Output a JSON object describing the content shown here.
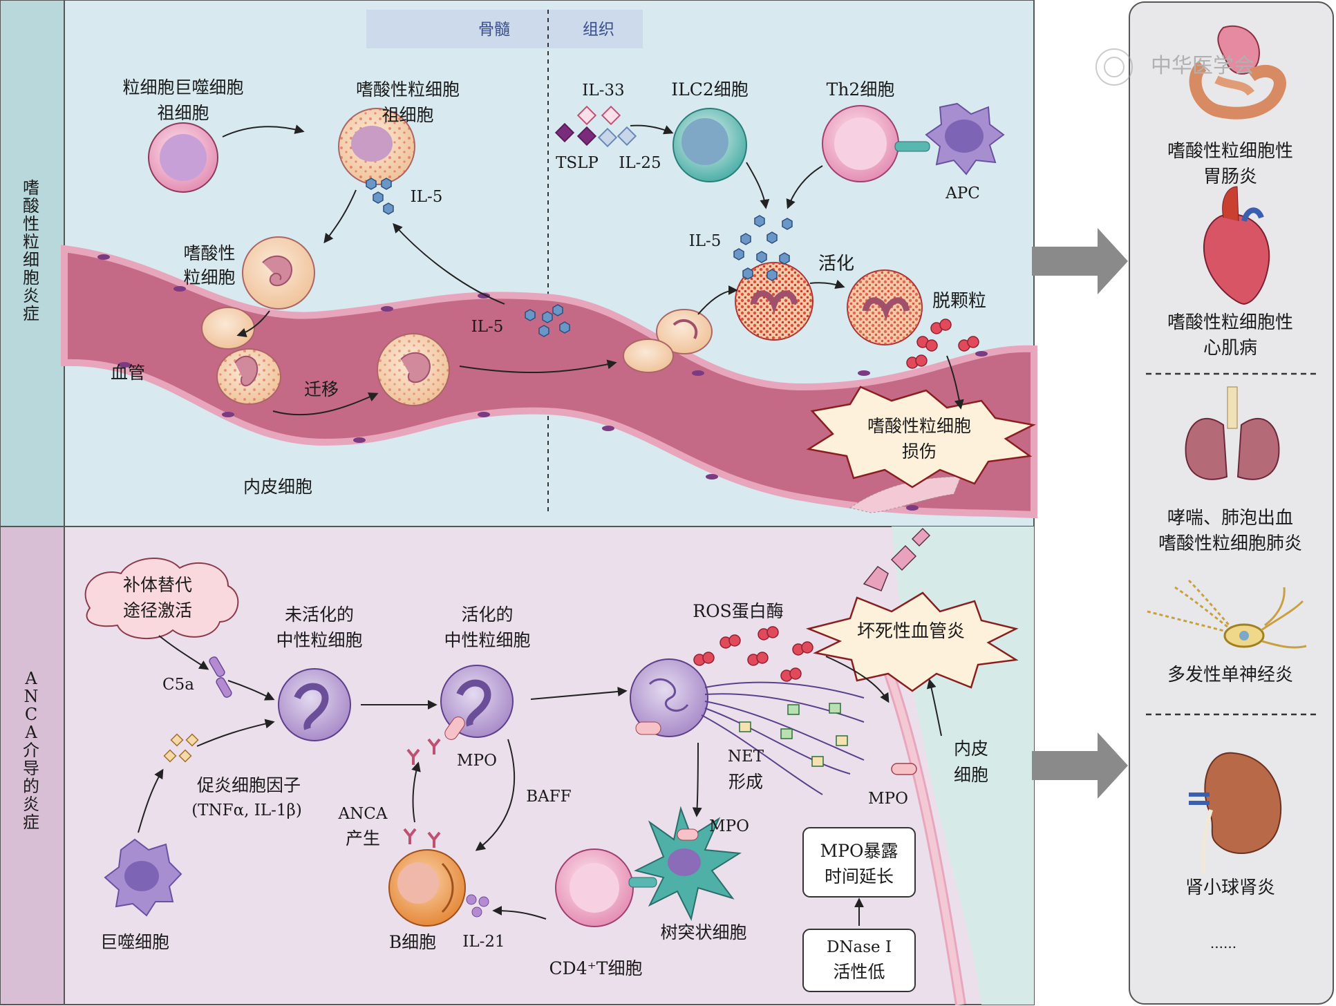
{
  "colors": {
    "top_panel_bg": "#d8eaf0",
    "bottom_panel_bg": "#ecdfec",
    "top_sidebar": "#b8d8dc",
    "bottom_sidebar": "#d9bfd6",
    "vessel": "#c46a86",
    "right_panel_bg": "#e8e8ea",
    "eosinophil_granule": "#d9503a",
    "neutrophil": "#b39ad0",
    "arrow_gray": "#8a8a8a"
  },
  "top": {
    "sidebar_label": "嗜酸性粒细胞炎症",
    "header_left": "骨髓",
    "header_right": "组织",
    "labels": {
      "gmp": [
        "粒细胞巨噬细胞",
        "祖细胞"
      ],
      "eop": [
        "嗜酸性粒细胞",
        "祖细胞"
      ],
      "il5_a": "IL-5",
      "eos": [
        "嗜酸性",
        "粒细胞"
      ],
      "vessel": "血管",
      "migration": "迁移",
      "il5_b": "IL-5",
      "endothelial": "内皮细胞",
      "il33": "IL-33",
      "tslp": "TSLP",
      "il25": "IL-25",
      "ilc2": "ILC2细胞",
      "th2": "Th2细胞",
      "apc": "APC",
      "il5_c": "IL-5",
      "activation": "活化",
      "degranulation": "脱颗粒",
      "damage": [
        "嗜酸性粒细胞",
        "损伤"
      ]
    }
  },
  "bottom": {
    "sidebar_label": "ANCA介导的炎症",
    "labels": {
      "complement": [
        "补体替代",
        "途径激活"
      ],
      "c5a": "C5a",
      "unactivated": [
        "未活化的",
        "中性粒细胞"
      ],
      "activated": [
        "活化的",
        "中性粒细胞"
      ],
      "ros": "ROS蛋白酶",
      "necrotizing": "坏死性血管炎",
      "cytokines": [
        "促炎细胞因子",
        "(TNFα, IL-1β)"
      ],
      "mpo_a": "MPO",
      "baff": "BAFF",
      "net": [
        "NET",
        "形成"
      ],
      "endothelial": [
        "内皮",
        "细胞"
      ],
      "mpo_b": "MPO",
      "anca": [
        "ANCA",
        "产生"
      ],
      "mpo_c": "MPO",
      "mpo_exposure": [
        "MPO暴露",
        "时间延长"
      ],
      "macrophage": "巨噬细胞",
      "bcell": "B细胞",
      "il21": "IL-21",
      "cd4": "CD4⁺T细胞",
      "dendritic": "树突状细胞",
      "dnase": [
        "DNase Ⅰ",
        "活性低"
      ]
    }
  },
  "right": {
    "watermark": "中华医学会",
    "items": [
      {
        "icon": "stomach-intestine",
        "label": [
          "嗜酸性粒细胞性",
          "胃肠炎"
        ]
      },
      {
        "icon": "heart",
        "label": [
          "嗜酸性粒细胞性",
          "心肌病"
        ]
      },
      {
        "icon": "lungs",
        "label": [
          "哮喘、肺泡出血",
          "嗜酸性粒细胞肺炎"
        ]
      },
      {
        "icon": "neuron",
        "label": [
          "多发性单神经炎"
        ]
      },
      {
        "icon": "kidney",
        "label": [
          "肾小球肾炎"
        ]
      }
    ],
    "ellipsis": "......"
  }
}
